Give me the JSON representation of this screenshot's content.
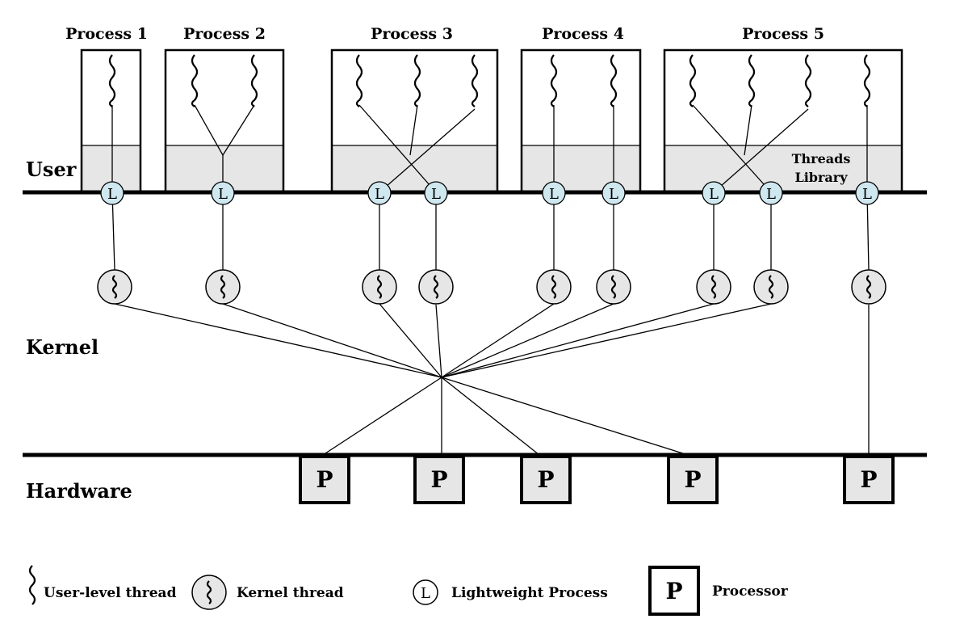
{
  "processes": [
    {
      "title": "Process 1"
    },
    {
      "title": "Process 2"
    },
    {
      "title": "Process 3"
    },
    {
      "title": "Process 4"
    },
    {
      "title": "Process 5"
    }
  ],
  "layers": {
    "user": "User",
    "kernel": "Kernel",
    "hardware": "Hardware"
  },
  "threads_library": {
    "line1": "Threads",
    "line2": "Library"
  },
  "lwp_letter": "L",
  "processor_letter": "P",
  "legend": {
    "user_thread": "User-level thread",
    "kernel_thread": "Kernel thread",
    "lwp": "Lightweight Process",
    "processor": "Processor"
  },
  "colors": {
    "lwp_fill": "#cfe8ef",
    "user_space_fill": "#e6e6e6",
    "kernel_thread_fill": "#e6e6e6",
    "processor_fill": "#e6e6e6"
  }
}
